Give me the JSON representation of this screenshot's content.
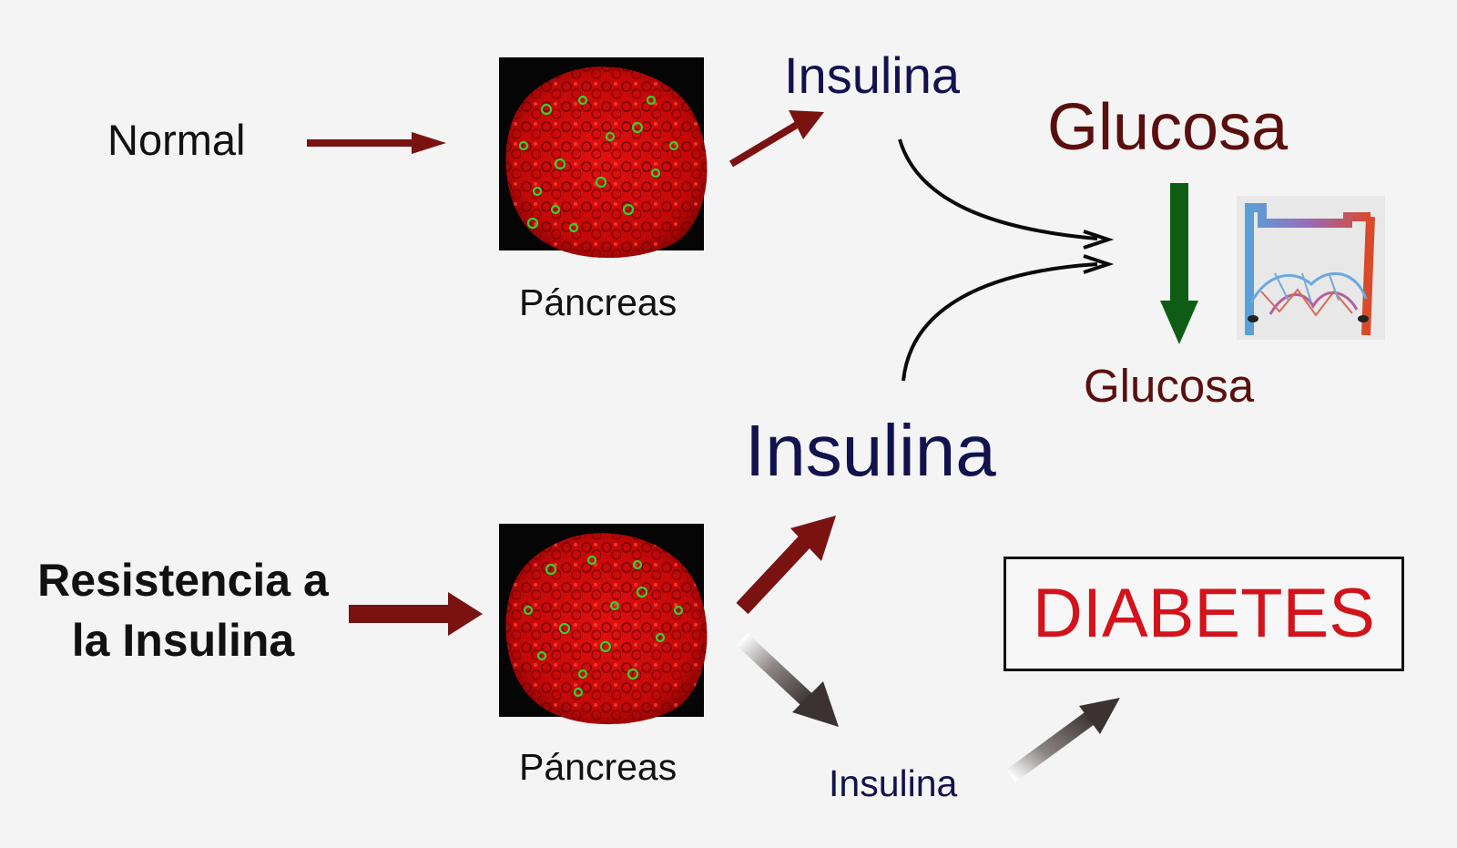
{
  "labels": {
    "normal": "Normal",
    "resistance": "Resistencia a la Insulina",
    "pancreas_top": "Páncreas",
    "pancreas_bottom": "Páncreas",
    "insulina_top": "Insulina",
    "insulina_middle": "Insulina",
    "insulina_bottom": "Insulina",
    "glucosa_top": "Glucosa",
    "glucosa_bottom": "Glucosa",
    "diabetes": "DIABETES"
  },
  "images": {
    "pancreas": "pancreatic-islet-micrograph",
    "blood_vessels": "capillary-network-illustration"
  },
  "colors": {
    "dark_red_arrow": "#7a1212",
    "grey_arrow": "#6a6362",
    "green_arrow": "#0f5d14",
    "insulin_text": "#12124e",
    "glucose_text": "#5a0f0f",
    "diabetes_text": "#d3131b"
  }
}
